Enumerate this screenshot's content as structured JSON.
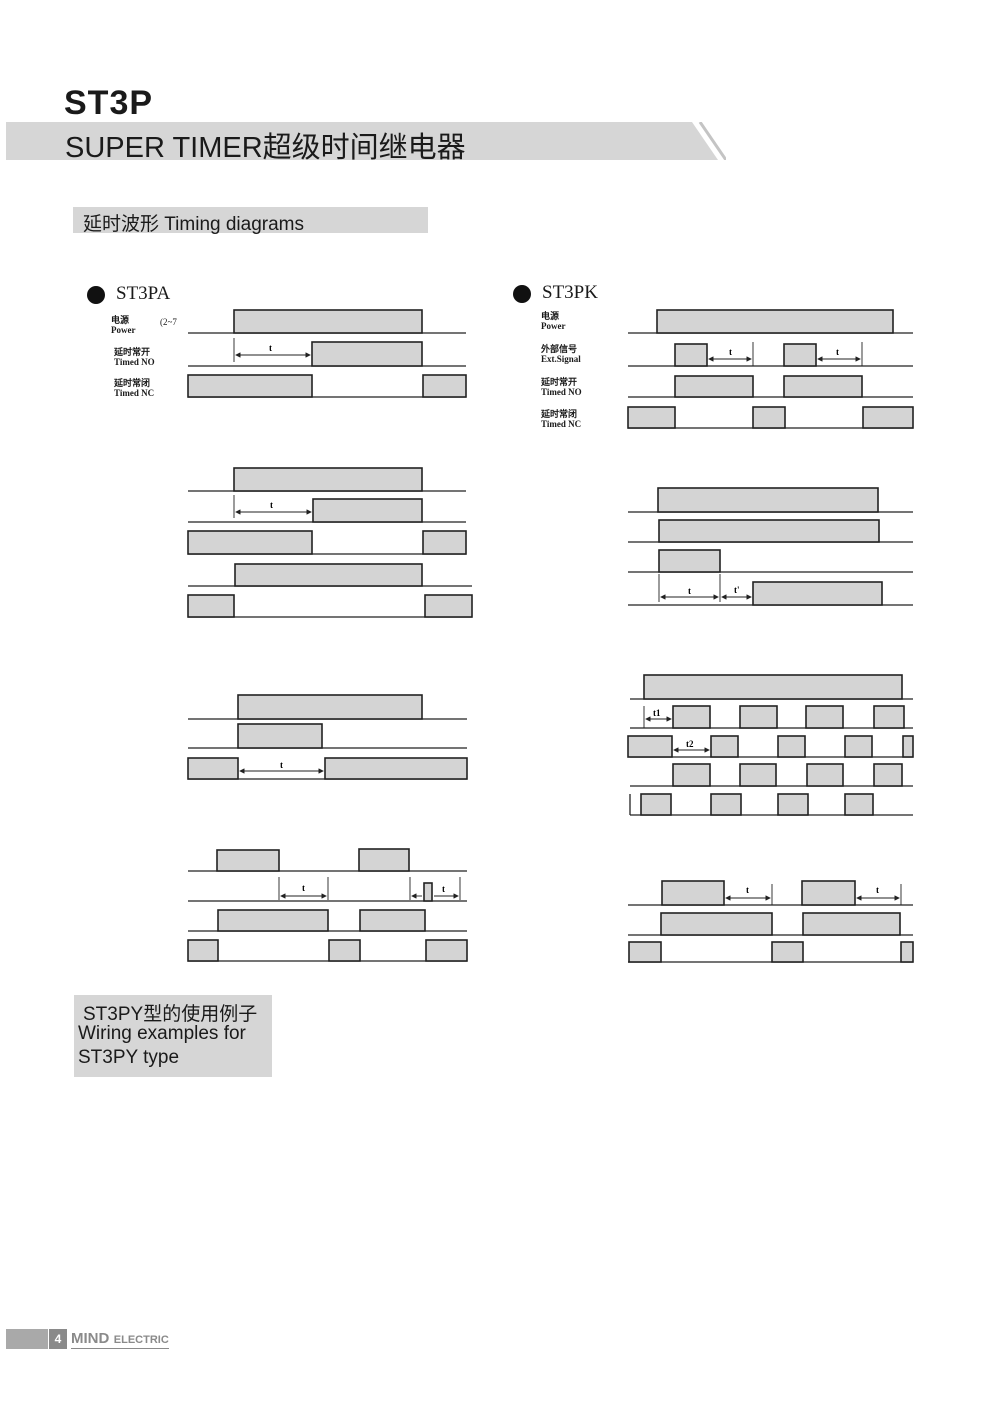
{
  "header": {
    "model": "ST3P",
    "subtitle": "SUPER TIMER超级时间继电器"
  },
  "section_timing": {
    "title": "延时波形 Timing diagrams"
  },
  "st3pa": {
    "title": "ST3PA",
    "power_cn": "电源",
    "power_en": "Power",
    "power_note": "(2~7",
    "no_cn": "延时常开",
    "no_en": "Timed NO",
    "nc_cn": "延时常闭",
    "nc_en": "Timed NC"
  },
  "st3pk": {
    "title": "ST3PK",
    "power_cn": "电源",
    "power_en": "Power",
    "sig_cn": "外部信号",
    "sig_en": "Ext.Signal",
    "no_cn": "延时常开",
    "no_en": "Timed NO",
    "nc_cn": "延时常闭",
    "nc_en": "Timed NC"
  },
  "time_labels": {
    "t": "t",
    "t_prime": "t'",
    "t1": "t1",
    "t2": "t2"
  },
  "section_wiring": {
    "line1": "ST3PY型的使用例子",
    "line2": "Wiring examples for",
    "line3": "ST3PY type"
  },
  "footer": {
    "page": "4",
    "brand": "MIND",
    "brand_sub": "ELECTRIC"
  },
  "colors": {
    "banner_gray": "#d6d6d6",
    "pulse_fill": "#d4d4d4",
    "footer_gray": "#8a8a8a"
  }
}
